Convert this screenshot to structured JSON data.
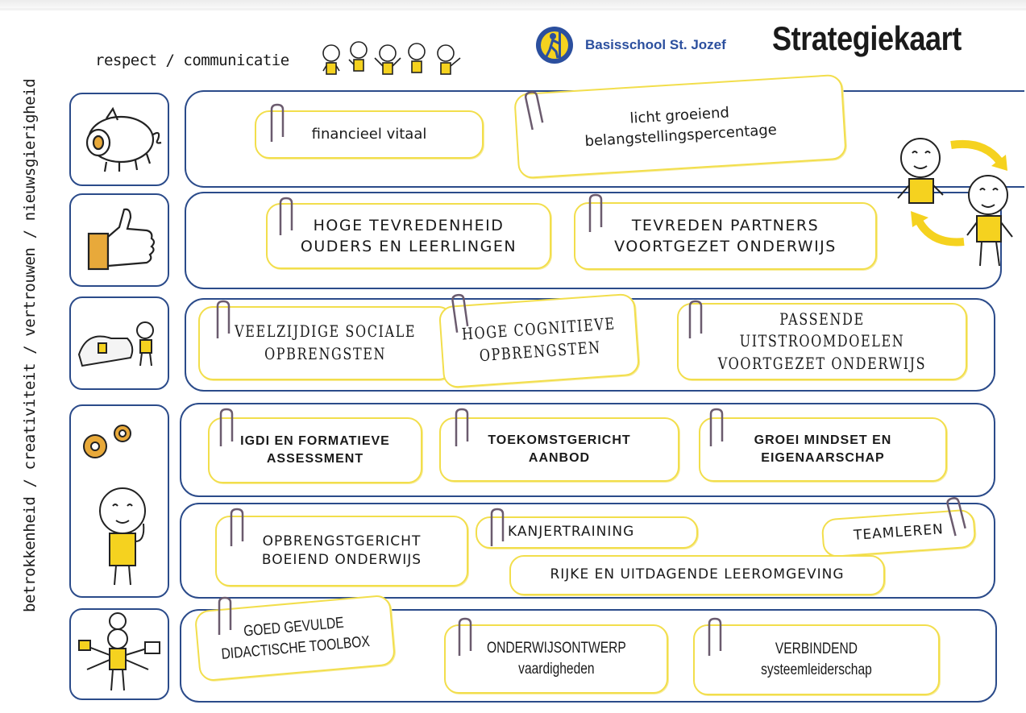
{
  "header": {
    "motto": "respect / communicatie",
    "school_name": "Basisschool St. Jozef",
    "title": "Strategiekaart"
  },
  "sidebar": {
    "values": "betrokkenheid / creativiteit / vertrouwen / nieuwsgierigheid"
  },
  "rows": [
    {
      "icon": "piggy-bank-icon",
      "cards": [
        {
          "lines": [
            "financieel vitaal"
          ]
        },
        {
          "lines": [
            "licht groeiend",
            "belangstellingspercentage"
          ]
        }
      ]
    },
    {
      "icon": "thumbs-up-icon",
      "cards": [
        {
          "lines": [
            "HOGE TEVREDENHEID",
            "OUDERS EN LEERLINGEN"
          ]
        },
        {
          "lines": [
            "TEVREDEN PARTNERS",
            "VOORTGEZET ONDERWIJS"
          ]
        }
      ]
    },
    {
      "icon": "sleeping-shoe-icon",
      "cards": [
        {
          "lines": [
            "VEELZIJDIGE SOCIALE",
            "OPBRENGSTEN"
          ]
        },
        {
          "lines": [
            "HOGE COGNITIEVE",
            "OPBRENGSTEN"
          ]
        },
        {
          "lines": [
            "PASSENDE UITSTROOMDOELEN",
            "VOORTGEZET ONDERWIJS"
          ]
        }
      ]
    },
    {
      "icon": "gears-thinker-icon",
      "cards": [
        {
          "lines": [
            "IGDI EN FORMATIEVE",
            "ASSESSMENT"
          ]
        },
        {
          "lines": [
            "TOEKOMSTGERICHT",
            "AANBOD"
          ]
        },
        {
          "lines": [
            "GROEI MINDSET EN",
            "EIGENAARSCHAP"
          ]
        }
      ]
    },
    {
      "icon": "",
      "cards": [
        {
          "lines": [
            "OPBRENGSTGERICHT",
            "BOEIEND ONDERWIJS"
          ]
        },
        {
          "lines": [
            "KANJERTRAINING"
          ]
        },
        {
          "lines": [
            "TEAMLEREN"
          ]
        },
        {
          "lines": [
            "RIJKE EN UITDAGENDE LEEROMGEVING"
          ]
        }
      ]
    },
    {
      "icon": "multitasking-person-icon",
      "cards": [
        {
          "lines": [
            "GOED GEVULDE",
            "DIDACTISCHE TOOLBOX"
          ]
        },
        {
          "lines": [
            "ONDERWIJSONTWERP",
            "vaardigheden"
          ]
        },
        {
          "lines": [
            "VERBINDEND",
            "systeemleiderschap"
          ]
        }
      ]
    }
  ],
  "side_figure": {
    "icon": "cycle-arrows-figures-icon"
  },
  "colors": {
    "row_border": "#2b4b8a",
    "card_border": "#f2de4c",
    "accent_yellow": "#f5d21f",
    "brand_blue": "#2b4f9e"
  }
}
